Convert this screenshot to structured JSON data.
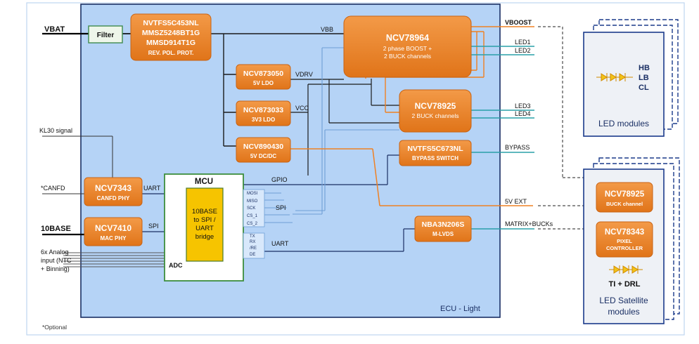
{
  "colors": {
    "ecu_fill": "#b5d3f6",
    "block_fill": "#ef8124",
    "block_stroke": "#c86314",
    "filter_fill": "#eef6ea",
    "filter_stroke": "#3e8a4e",
    "mcu_stroke": "#3d8e3d",
    "bridge_fill": "#f6c400",
    "teal": "#2aa0a8",
    "blue_line": "#6f9fd6",
    "orange_line": "#ef8124",
    "led_diode": "#f2c318"
  },
  "ecu_label": "ECU - Light",
  "optional_note": "*Optional",
  "inputs": {
    "vbat": "VBAT",
    "kl30": "KL30 signal",
    "canfd": "*CANFD",
    "base10": "10BASE",
    "analog1": "6x Analog",
    "analog2": "input (NTC",
    "analog3": "+ Binning)"
  },
  "filter": "Filter",
  "protection": {
    "line1": "NVTFS5C453NL",
    "line2": "MMSZ5248BT1G",
    "line3": "MMSD914T1G",
    "line4": "REV. POL. PROT."
  },
  "ldo5": {
    "name": "NCV873050",
    "sub": "5V LDO"
  },
  "ldo3": {
    "name": "NCV873033",
    "sub": "3V3 LDO"
  },
  "dcdc": {
    "name": "NCV890430",
    "sub": "5V DC/DC"
  },
  "boost": {
    "name": "NCV78964",
    "sub1": "2 phase BOOST +",
    "sub2": "2 BUCK channels"
  },
  "buck": {
    "name": "NCV78925",
    "sub": "2 BUCK channels"
  },
  "bypass": {
    "name": "NVTFS5C673NL",
    "sub": "BYPASS SWITCH"
  },
  "canphy": {
    "name": "NCV7343",
    "sub": "CANFD PHY"
  },
  "macphy": {
    "name": "NCV7410",
    "sub": "MAC PHY"
  },
  "mlvds": {
    "name": "NBA3N206S",
    "sub": "M-LVDS"
  },
  "mcu": {
    "title": "MCU",
    "bridge1": "10BASE",
    "bridge2": "to SPI /",
    "bridge3": "UART",
    "bridge4": "bridge",
    "adc": "ADC",
    "pins": [
      "MOSI",
      "MISO",
      "SCK",
      "CS_1",
      "CS_2",
      "TX",
      "RX",
      "/RE",
      "DE"
    ]
  },
  "signals": {
    "vbb": "VBB",
    "vdrv": "VDRV",
    "vcc": "VCC",
    "gpio": "GPIO",
    "spi_mcu": "SPI",
    "uart_mcu": "UART",
    "uart_can": "UART",
    "spi_mac": "SPI",
    "vboost": "VBOOST",
    "led1": "LED1",
    "led2": "LED2",
    "led3": "LED3",
    "led4": "LED4",
    "bypass_out": "BYPASS",
    "ext5v": "5V EXT",
    "matrix": "MATRIX+BUCKs"
  },
  "led_modules": {
    "hb": "HB",
    "lb": "LB",
    "cl": "CL",
    "label": "LED modules"
  },
  "satellite": {
    "buck_name": "NCV78925",
    "buck_sub": "BUCK channel",
    "pixel_name": "NCV78343",
    "pixel_sub1": "PIXEL",
    "pixel_sub2": "CONTROLLER",
    "ti_drl": "TI + DRL",
    "label1": "LED Satellite",
    "label2": "modules"
  }
}
